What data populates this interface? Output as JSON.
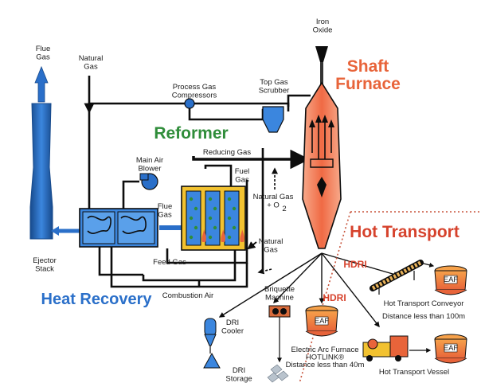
{
  "colors": {
    "pipe": "#0d0d0d",
    "blue": "#2a6fc9",
    "blue_dark": "#174a8c",
    "orange": "#e8643a",
    "red": "#d6422c",
    "green": "#2f8d3a",
    "furnace": "#f0704a",
    "furnace_light": "#f7a98a",
    "yellow": "#f2c230",
    "hot_border": "#c8553d"
  },
  "titles": {
    "shaft_furnace": "Shaft\nFurnace",
    "reformer": "Reformer",
    "heat_recovery": "Heat Recovery",
    "hot_transport": "Hot Transport"
  },
  "labels": {
    "iron_oxide": "Iron\nOxide",
    "flue_gas": "Flue\nGas",
    "natural_gas_top": "Natural\nGas",
    "process_gas_compressors": "Process Gas\nCompressors",
    "top_gas_scrubber": "Top Gas\nScrubber",
    "reducing_gas": "Reducing Gas",
    "main_air_blower": "Main Air\nBlower",
    "fuel_gas": "Fuel\nGas",
    "natural_gas_o2": "Natural Gas\n+ O",
    "o2_subscript": "2",
    "flue_gas_mid": "Flue\nGas",
    "natural_gas_right": "Natural\nGas",
    "feed_gas": "Feed Gas",
    "combustion_air": "Combustion Air",
    "ejector_stack": "Ejector\nStack",
    "dri_cooler": "DRI\nCooler",
    "dri_storage": "DRI\nStorage",
    "briquette_machine": "Briquette\nMachine",
    "hdri_1": "HDRI",
    "hdri_2": "HDRI",
    "eaf_1": "EAF",
    "eaf_2": "EAF",
    "eaf_3": "EAF",
    "eaf_caption": "Electric Arc Furnace\nHOTLINK®\nDistance less than 40m",
    "conveyor_caption": "Hot Transport Conveyor",
    "conveyor_distance": "Distance less than 100m",
    "vessel_caption": "Hot Transport Vessel"
  }
}
